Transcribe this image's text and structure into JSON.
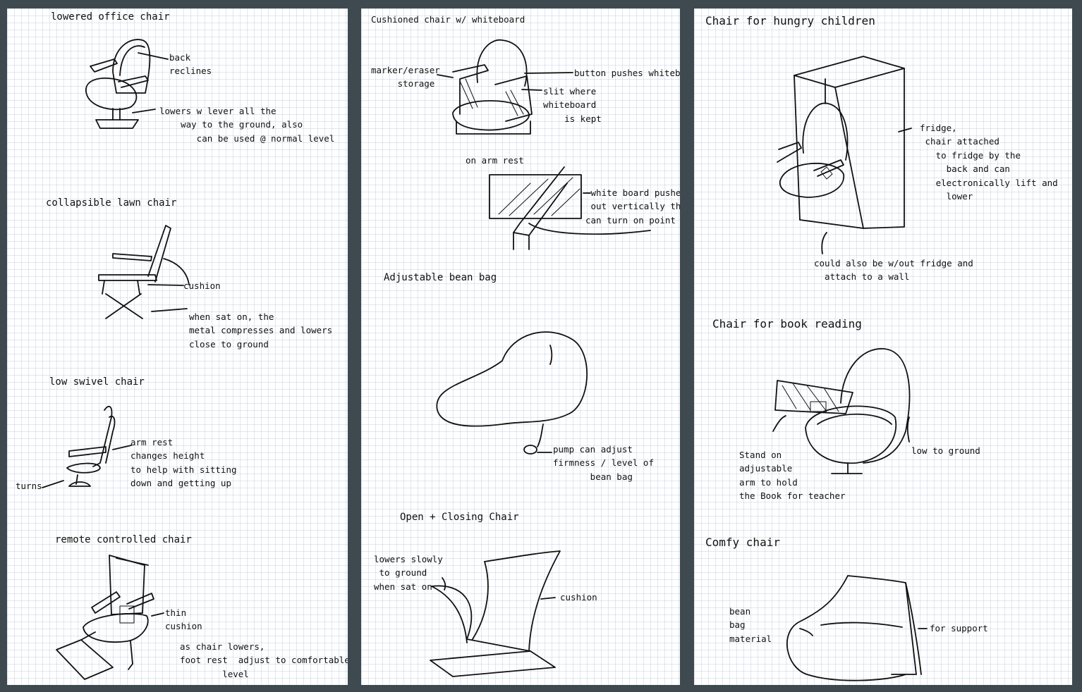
{
  "colors": {
    "background": "#3f4a50",
    "paper": "#ffffff",
    "grid": "#c9d4e4",
    "ink": "#111111"
  },
  "panels": [
    {
      "sketches": [
        {
          "title": "lowered office chair",
          "notes": [
            "back\nreclines",
            "lowers w lever all the\n    way to the ground, also\n       can be used @ normal level"
          ]
        },
        {
          "title": "collapsible lawn chair",
          "notes": [
            "cushion",
            "when sat on, the\nmetal compresses and lowers\nclose to ground"
          ]
        },
        {
          "title": "low swivel chair",
          "notes": [
            "arm rest\nchanges height\nto help with sitting\ndown and getting up",
            "turns"
          ]
        },
        {
          "title": "remote controlled chair",
          "notes": [
            "thin\ncushion",
            "as chair lowers,\nfoot rest  adjust to comfortable\n        level"
          ]
        }
      ]
    },
    {
      "sketches": [
        {
          "title": "Cushioned chair w/ whiteboard",
          "notes": [
            "marker/eraser\n     storage",
            "button pushes whiteboard\n                      up",
            "slit where\nwhiteboard\n    is kept"
          ]
        },
        {
          "title": "on arm rest",
          "notes": [
            "~white board pushed\n out vertically then\ncan turn on point"
          ]
        },
        {
          "title": "Adjustable bean bag",
          "notes": [
            "pump can adjust\nfirmness / level of\n       bean bag"
          ]
        },
        {
          "title": "Open + Closing Chair",
          "notes": [
            "lowers slowly\n to ground\nwhen sat on",
            "cushion"
          ]
        }
      ]
    },
    {
      "sketches": [
        {
          "title": "Chair for hungry children",
          "notes": [
            "fridge,\n chair attached\n   to fridge by the\n     back and can\n   electronically lift and\n     lower",
            "could also be w/out fridge and\n  attach to a wall"
          ]
        },
        {
          "title": "Chair for book reading",
          "notes": [
            "Stand on\nadjustable\narm to hold\nthe Book for teacher",
            "low to ground"
          ]
        },
        {
          "title": "Comfy chair",
          "notes": [
            "bean\nbag\nmaterial",
            "for support"
          ]
        }
      ]
    }
  ]
}
